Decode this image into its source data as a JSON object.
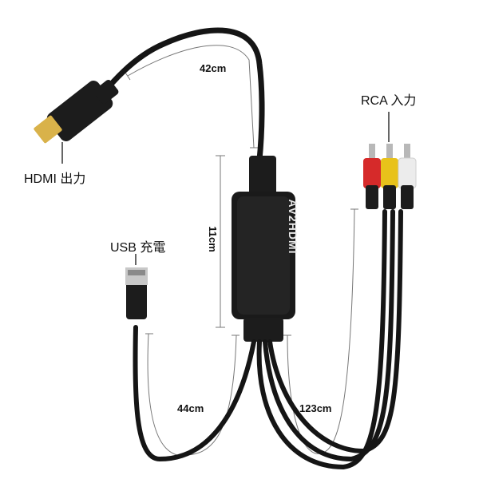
{
  "labels": {
    "hdmi_output": "HDMI  出力",
    "rca_input": "RCA 入力",
    "usb_power": "USB 充電",
    "hdmi_cable_length": "42cm",
    "converter_length": "11cm",
    "usb_cable_length": "44cm",
    "rca_cable_length": "123cm",
    "device_marking": "AV2HDMI"
  },
  "colors": {
    "cable": "#151515",
    "connector_body": "#1c1c1c",
    "hdmi_plug_gold": "#d9b24a",
    "usb_plug_metal": "#c8c8c8",
    "rca_red": "#d62a2a",
    "rca_yellow": "#e8c21a",
    "rca_white": "#ececec",
    "rca_tip_metal": "#b8b8b8"
  }
}
